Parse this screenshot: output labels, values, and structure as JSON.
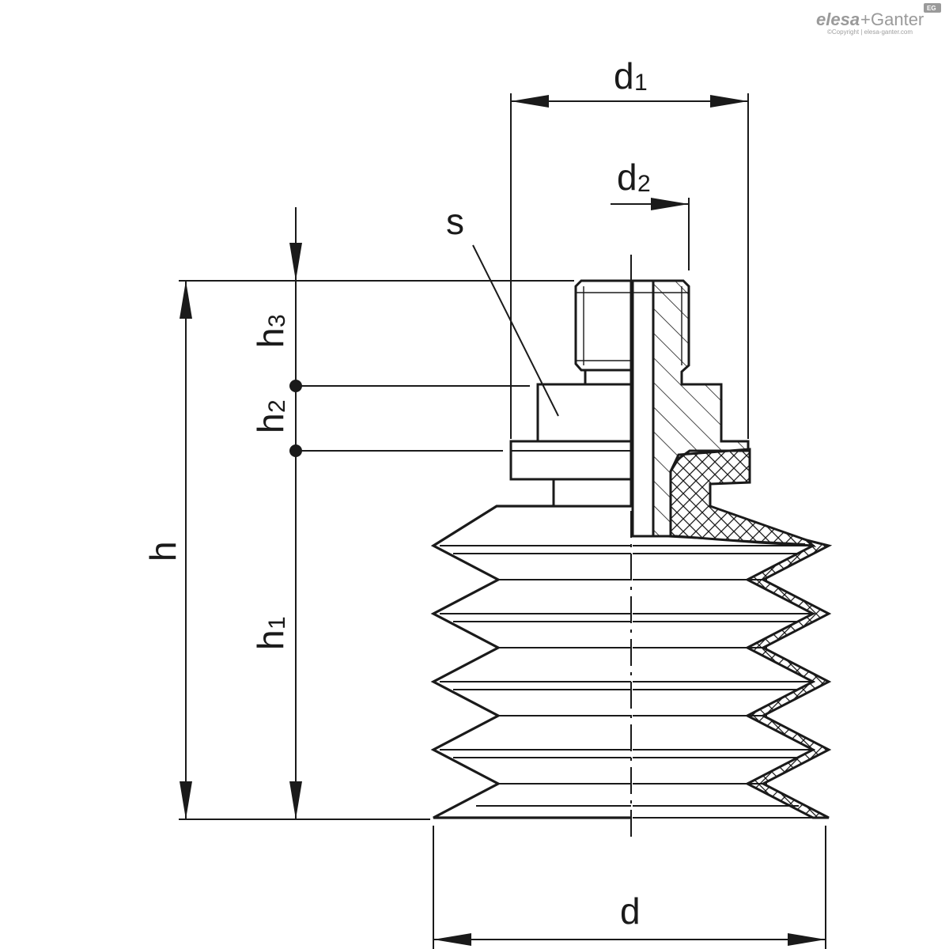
{
  "brand": {
    "name_part1": "elesa",
    "plus": "+",
    "name_part2": "Ganter",
    "copyright": "©Copyright | elesa-ganter.com",
    "badge": "EG"
  },
  "dimensions": {
    "d1": {
      "main": "d",
      "sub": "1"
    },
    "d2": {
      "main": "d",
      "sub": "2"
    },
    "d": {
      "main": "d"
    },
    "h": {
      "main": "h"
    },
    "h1": {
      "main": "h",
      "sub": "1"
    },
    "h2": {
      "main": "h",
      "sub": "2"
    },
    "h3": {
      "main": "h",
      "sub": "3"
    },
    "s": {
      "main": "s"
    }
  },
  "colors": {
    "line": "#1a1a1a",
    "logo": "#9a9a9a"
  }
}
